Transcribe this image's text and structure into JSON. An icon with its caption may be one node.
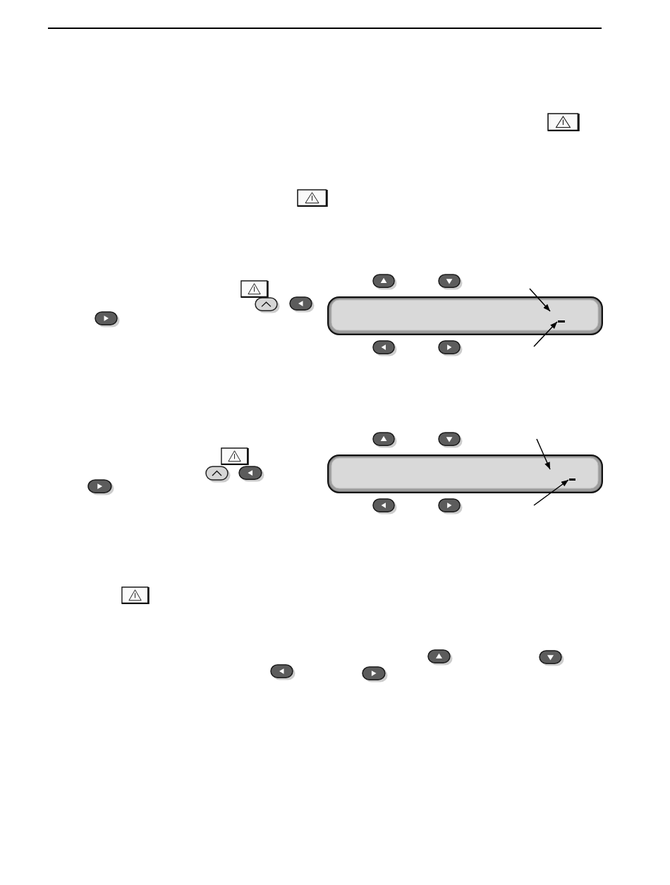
{
  "diagram": {
    "nodes": [
      {
        "text": [],
        "shape": "box"
      },
      {
        "text": [],
        "shape": "bar",
        "in": 0
      },
      {
        "text": [],
        "shape": "box"
      },
      {
        "text": [],
        "shape": "bar",
        "in": 2
      }
    ],
    "edges": [
      {
        "from": null,
        "to": 0,
        "arrow": "to"
      },
      {
        "from": null,
        "to": 1,
        "arrow": "to"
      },
      {
        "from": null,
        "to": 2,
        "arrow": "to"
      },
      {
        "from": null,
        "to": 3,
        "arrow": "to"
      }
    ]
  }
}
